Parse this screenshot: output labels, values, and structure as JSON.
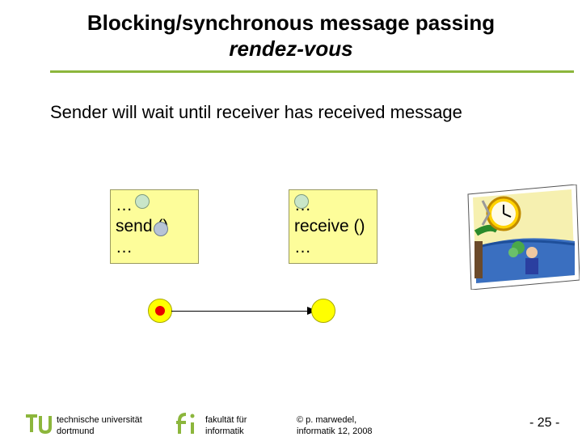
{
  "slide": {
    "title_line1": "Blocking/synchronous message passing",
    "title_line2": "rendez-vous",
    "lead": "Sender will wait until receiver has received message"
  },
  "sender_box": {
    "line1": "…",
    "line2": "send ()",
    "line3": "…"
  },
  "receiver_box": {
    "line1": "…",
    "line2": "receive ()",
    "line3": "…"
  },
  "footer": {
    "uni_line1": "technische universität",
    "uni_line2": "dortmund",
    "fac_line1": "fakultät für",
    "fac_line2": "informatik",
    "copy_line1": "© p. marwedel,",
    "copy_line2": "informatik 12, 2008",
    "page": "- 25 -"
  },
  "colors": {
    "accent_green": "#8cb63c",
    "box_yellow": "#fdfd9a",
    "dot_yellow": "#ffff00",
    "dot_red": "#e80000"
  }
}
